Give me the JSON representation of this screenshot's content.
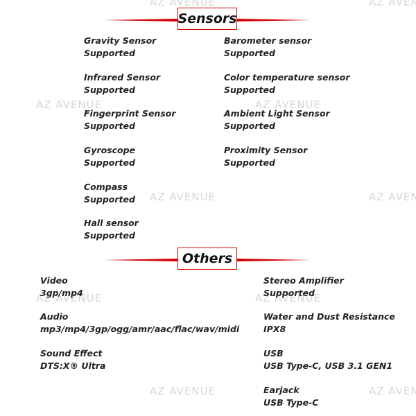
{
  "watermark": "AZ AVENUE",
  "sensors": {
    "title": "Sensors",
    "left": [
      {
        "name": "Gravity Sensor",
        "value": "Supported"
      },
      {
        "name": "Infrared Sensor",
        "value": "Supported"
      },
      {
        "name": "Fingerprint Sensor",
        "value": "Supported"
      },
      {
        "name": "Gyroscope",
        "value": "Supported"
      },
      {
        "name": "Compass",
        "value": "Supported"
      },
      {
        "name": "Hall sensor",
        "value": "Supported"
      }
    ],
    "right": [
      {
        "name": "Barometer sensor",
        "value": "Supported"
      },
      {
        "name": "Color temperature sensor",
        "value": "Supported"
      },
      {
        "name": "Ambient Light Sensor",
        "value": "Supported"
      },
      {
        "name": "Proximity Sensor",
        "value": "Supported"
      }
    ]
  },
  "others": {
    "title": "Others",
    "left": [
      {
        "name": "Video",
        "value": "3gp/mp4"
      },
      {
        "name": "Audio",
        "value": "mp3/mp4/3gp/ogg/amr/aac/flac/wav/midi"
      },
      {
        "name": "Sound Effect",
        "value": "DTS:X® Ultra"
      }
    ],
    "right": [
      {
        "name": "Stereo Amplifier",
        "value": "Supported"
      },
      {
        "name": "Water and Dust Resistance",
        "value": "IPX8"
      },
      {
        "name": "USB",
        "value": "USB Type-C, USB 3.1 GEN1"
      },
      {
        "name": "Earjack",
        "value": "USB Type-C"
      }
    ]
  },
  "colors": {
    "accent": "#d40000"
  }
}
